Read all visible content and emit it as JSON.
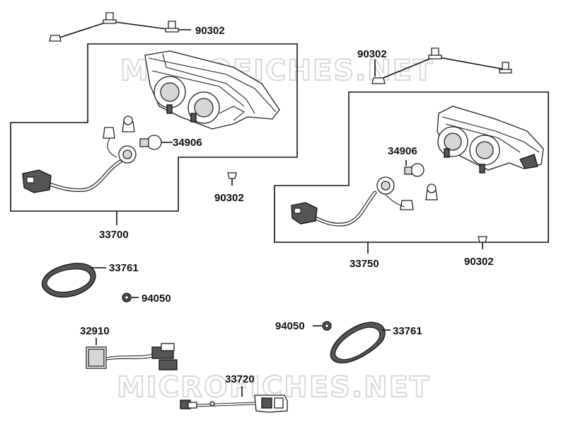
{
  "watermark": {
    "top": "MICROFICHES.NET",
    "bottom": "MICROFICHES.NET"
  },
  "labels": {
    "screw_top_left": "90302",
    "screw_top_right": "90302",
    "headlight_left": "33700",
    "bulb_left": "34906",
    "screw_mid_left": "90302",
    "headlight_right": "33750",
    "bulb_right": "34906",
    "screw_mid_right": "90302",
    "reflector_left": "33761",
    "nut_left": "94050",
    "relay": "32910",
    "nut_right": "94050",
    "reflector_right": "33761",
    "harness": "33720"
  }
}
